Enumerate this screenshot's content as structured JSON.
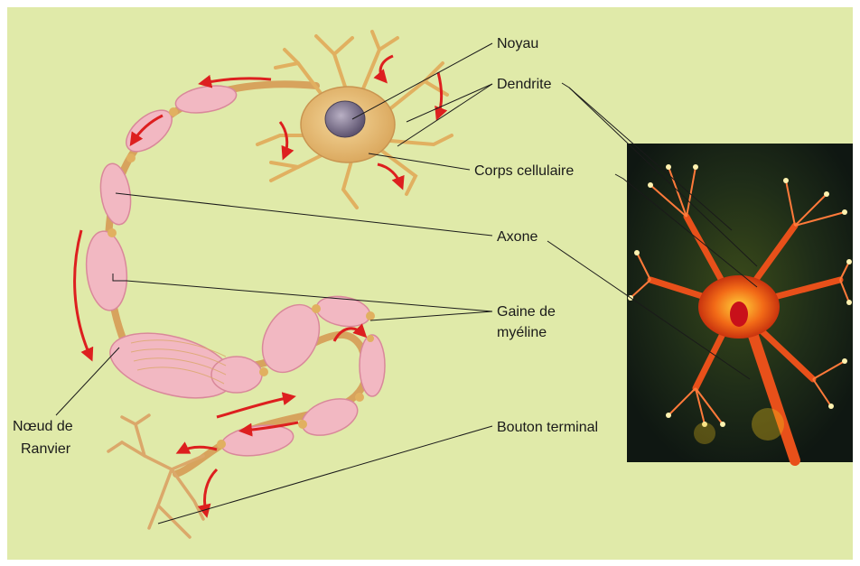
{
  "labels": {
    "noyau": "Noyau",
    "dendrite": "Dendrite",
    "corps_cellulaire": "Corps cellulaire",
    "axone": "Axone",
    "gaine_line1": "Gaine de",
    "gaine_line2": "myéline",
    "bouton_terminal": "Bouton terminal",
    "noeud_line1": "Nœud de",
    "noeud_line2": "Ranvier"
  },
  "colors": {
    "background": "#e0eaa9",
    "myelin": "#f2b8c2",
    "axon": "#dca760",
    "impulse_arrows": "#dd1f1f",
    "photo_neuron": "#e8501a"
  },
  "icons": [
    "neuron-illustration",
    "neuron-photo",
    "impulse-arrow-icon"
  ]
}
